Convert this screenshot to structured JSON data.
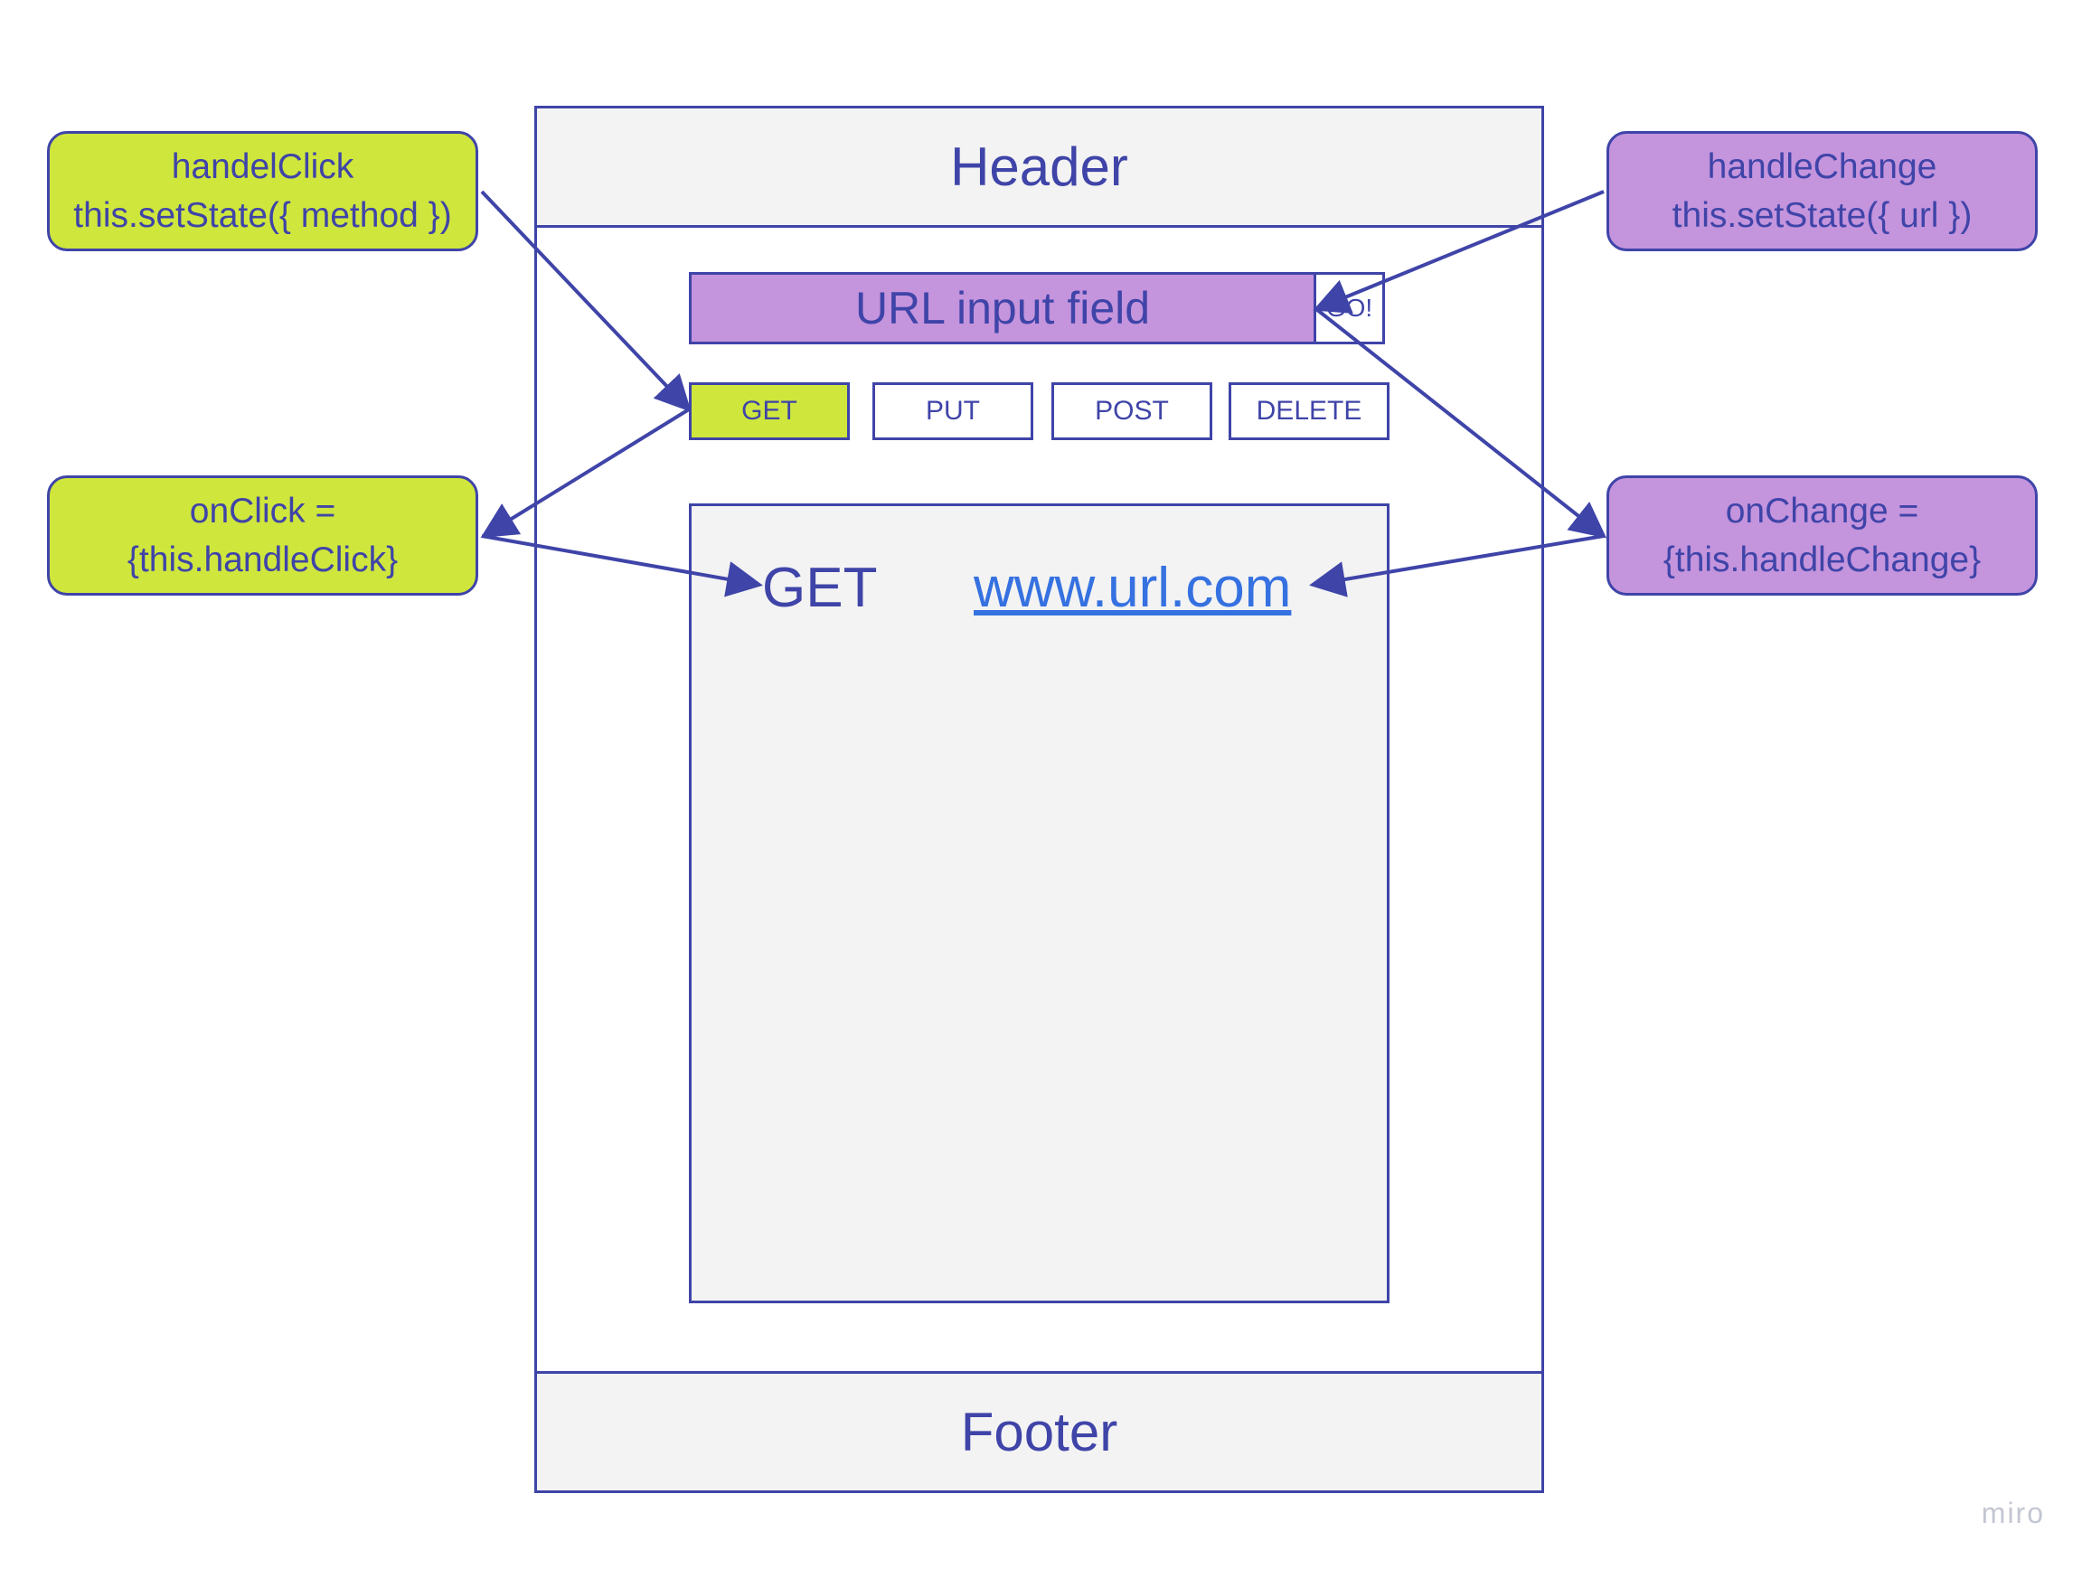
{
  "layout": {
    "header_label": "Header",
    "footer_label": "Footer"
  },
  "url_bar": {
    "input_label": "URL input field",
    "go_label": "GO!"
  },
  "methods": {
    "get": "GET",
    "put": "PUT",
    "post": "POST",
    "delete": "DELETE",
    "selected": "GET"
  },
  "results": {
    "method": "GET",
    "url": "www.url.com"
  },
  "notes": {
    "handel_click": {
      "line1": "handelClick",
      "line2": "this.setState({ method })"
    },
    "on_click": {
      "line1": "onClick =",
      "line2": "{this.handleClick}"
    },
    "handle_change": {
      "line1": "handleChange",
      "line2": "this.setState({ url })"
    },
    "on_change": {
      "line1": "onChange =",
      "line2": "{this.handleChange}"
    }
  },
  "watermark": "miro",
  "colors": {
    "stroke": "#3f44a8",
    "green": "#cfe63d",
    "purple": "#c494dd",
    "panel": "#f3f3f3",
    "link": "#3571e0"
  }
}
